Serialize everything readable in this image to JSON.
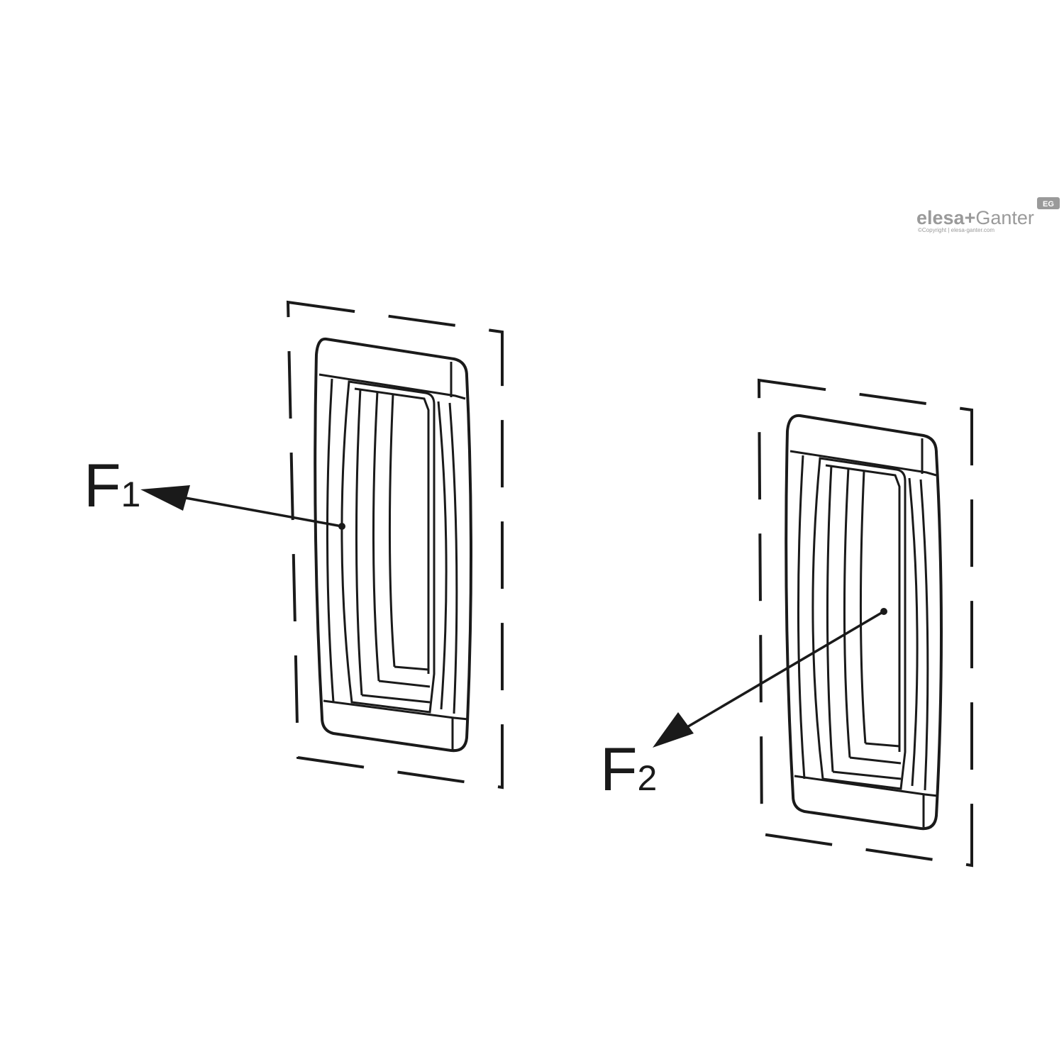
{
  "labels": {
    "f1_main": "F",
    "f1_sub": "1",
    "f2_main": "F",
    "f2_sub": "2"
  },
  "logo": {
    "brand_a": "elesa",
    "plus": "+",
    "brand_b": "Ganter",
    "copyright": "©Copyright | elesa-ganter.com",
    "badge": "EG"
  },
  "colors": {
    "line": "#1a1a1a",
    "logo": "#9a9a9a"
  }
}
